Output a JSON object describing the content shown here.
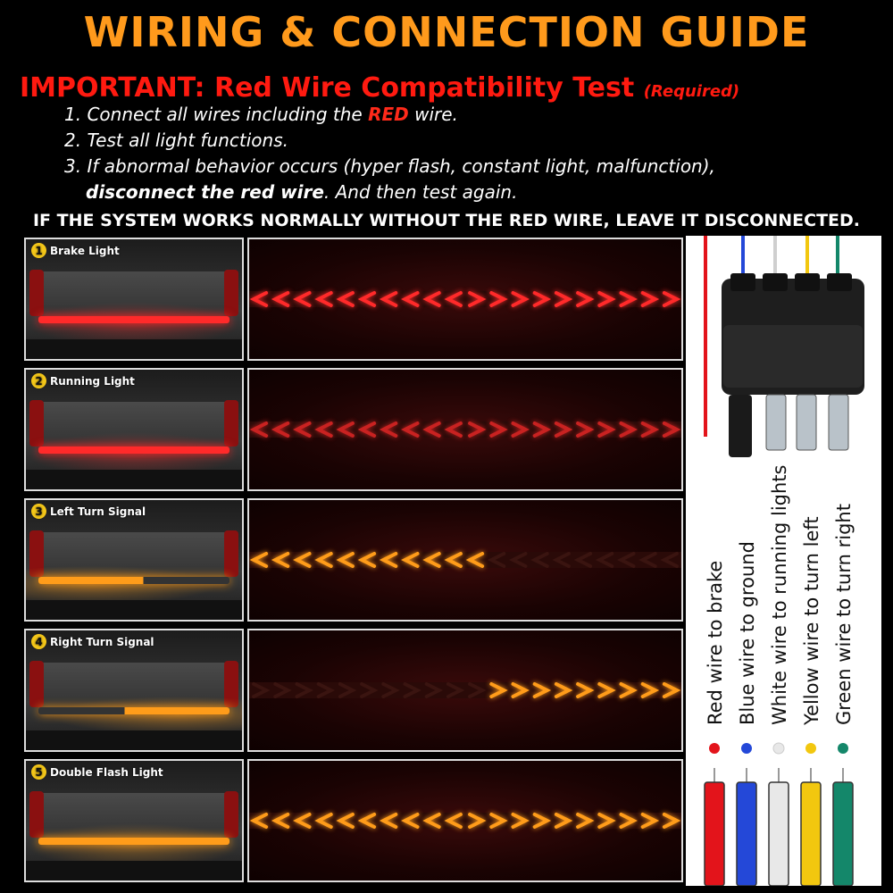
{
  "header": {
    "title": "WIRING & CONNECTION GUIDE",
    "important": "IMPORTANT: Red Wire Compatibility Test",
    "required": "(Required)",
    "step1_pre": "1. Connect all wires including the ",
    "step1_red": "RED",
    "step1_post": " wire.",
    "step2": "2. Test all light functions.",
    "step3_line1": "3. If abnormal behavior occurs (hyper flash, constant light, malfunction),",
    "step3_bold": "disconnect the red wire",
    "step3_post": ". And then test again.",
    "warning": "IF THE SYSTEM WORKS NORMALLY WITHOUT THE RED WIRE, LEAVE IT DISCONNECTED."
  },
  "modes": [
    {
      "num": "1",
      "label": "Brake Light",
      "color": "#ff2a2a",
      "pattern": "center-out-full"
    },
    {
      "num": "2",
      "label": "Running Light",
      "color": "#ff2a2a",
      "pattern": "center-out-dim"
    },
    {
      "num": "3",
      "label": "Left Turn Signal",
      "color": "#ff9c1a",
      "pattern": "left"
    },
    {
      "num": "4",
      "label": "Right Turn Signal",
      "color": "#ff9c1a",
      "pattern": "right"
    },
    {
      "num": "5",
      "label": "Double Flash Light",
      "color": "#ff9c1a",
      "pattern": "both"
    }
  ],
  "wires": [
    {
      "text": "Red wire to brake",
      "color": "#e3141b"
    },
    {
      "text": "Blue wire to ground",
      "color": "#2448d8"
    },
    {
      "text": "White wire to running lights",
      "color": "#e8e8e8"
    },
    {
      "text": "Yellow wire to turn left",
      "color": "#f2c70f"
    },
    {
      "text": "Green wire to turn right",
      "color": "#14876a"
    }
  ]
}
